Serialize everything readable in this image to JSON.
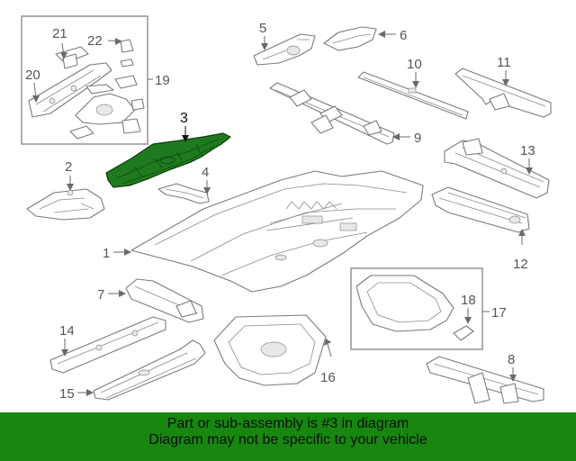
{
  "callouts": {
    "c1": "1",
    "c2": "2",
    "c3": "3",
    "c4": "4",
    "c5": "5",
    "c6": "6",
    "c7": "7",
    "c8": "8",
    "c9": "9",
    "c10": "10",
    "c11": "11",
    "c12": "12",
    "c13": "13",
    "c14": "14",
    "c15": "15",
    "c16": "16",
    "c17": "17",
    "c18": "18",
    "c19": "19",
    "c20": "20",
    "c21": "21",
    "c22": "22"
  },
  "highlighted_part": "3",
  "colors": {
    "highlight": "#1f7a1f",
    "banner": "#17870f"
  },
  "banner": {
    "line1": "Part or sub-assembly is #3 in diagram",
    "line2": "Diagram may not be specific to your vehicle"
  }
}
